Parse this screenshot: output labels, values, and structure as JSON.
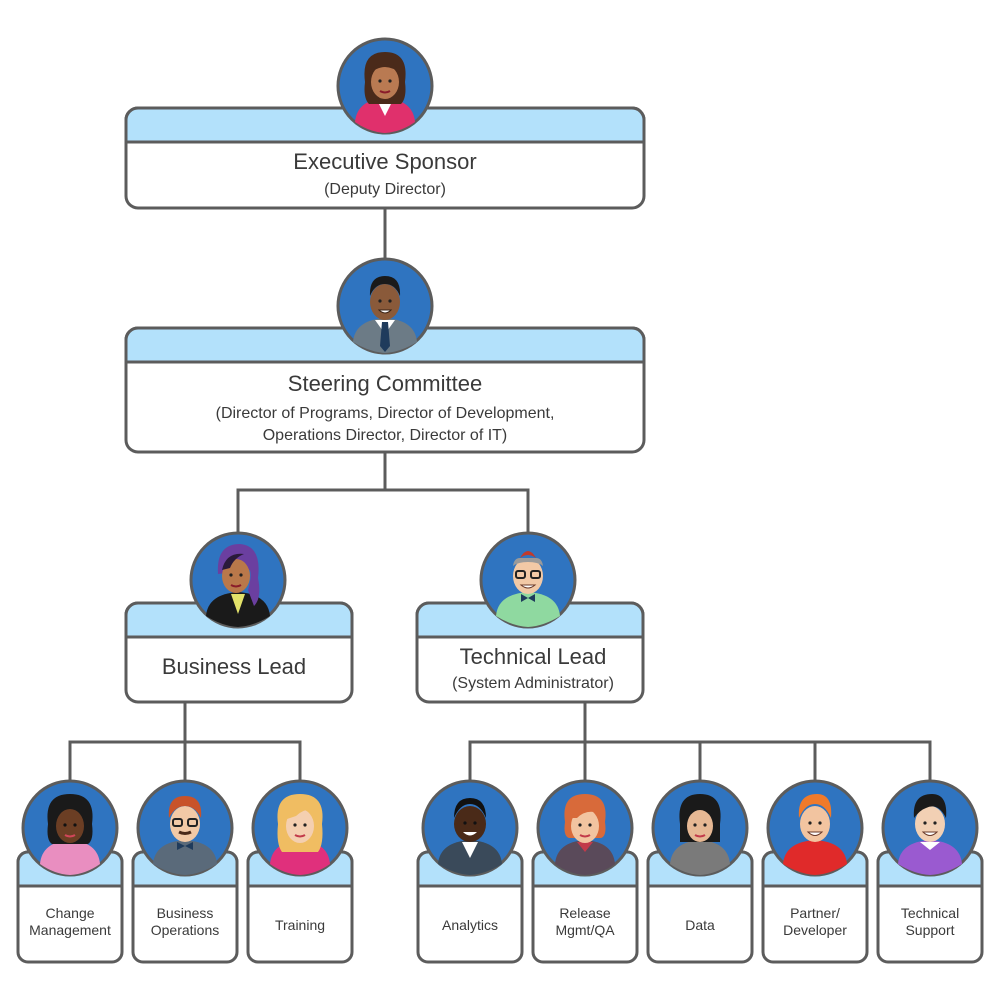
{
  "colors": {
    "header_fill": "#b3e1fb",
    "box_stroke": "#5c5c5c",
    "avatar_bg": "#2f74c0",
    "connector": "#5c5c5c",
    "text": "#3a3a3a"
  },
  "roles": {
    "executive": {
      "title": "Executive Sponsor",
      "subtitle": "(Deputy Director)",
      "avatar": "woman-pink-blazer-avatar"
    },
    "steering": {
      "title": "Steering Committee",
      "line1": "(Director of Programs, Director of Development,",
      "line2": "Operations Director, Director of IT)",
      "avatar": "man-tie-avatar"
    },
    "business": {
      "title": "Business Lead",
      "avatar": "woman-purple-hair-avatar"
    },
    "technical": {
      "title": "Technical Lead",
      "subtitle": "(System Administrator)",
      "avatar": "man-glasses-bowtie-avatar"
    },
    "change": {
      "line1": "Change",
      "line2": "Management",
      "avatar": "woman-curly-hair-avatar"
    },
    "bizops": {
      "line1": "Business",
      "line2": "Operations",
      "avatar": "man-glasses-redhair-avatar"
    },
    "training": {
      "title": "Training",
      "avatar": "woman-blonde-avatar"
    },
    "analytics": {
      "title": "Analytics",
      "avatar": "man-dark-avatar"
    },
    "release": {
      "line1": "Release",
      "line2": "Mgmt/QA",
      "avatar": "woman-orange-hair-avatar"
    },
    "data": {
      "title": "Data",
      "avatar": "woman-bob-avatar"
    },
    "partner": {
      "line1": "Partner/",
      "line2": "Developer",
      "avatar": "man-orange-hair-avatar"
    },
    "support": {
      "line1": "Technical",
      "line2": "Support",
      "avatar": "man-purple-shirt-avatar"
    }
  }
}
